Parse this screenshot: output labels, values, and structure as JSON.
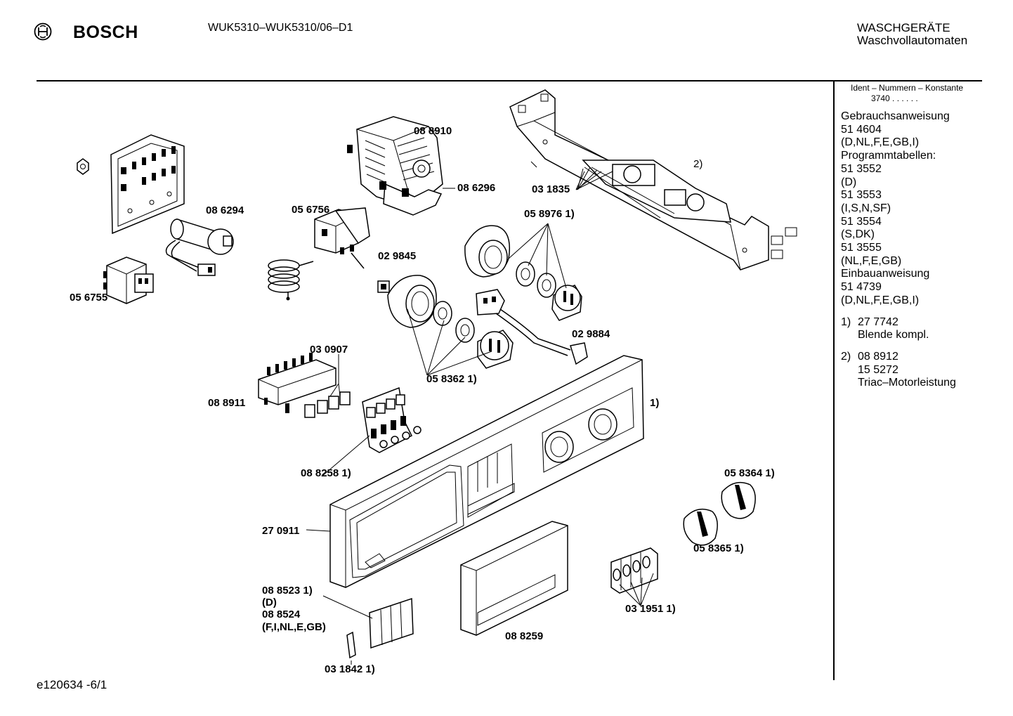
{
  "header": {
    "brand": "BOSCH",
    "model": "WUK5310–WUK5310/06–D1",
    "category_line1": "WASCHGERÄTE",
    "category_line2": "Waschvollautomaten",
    "logo_icon": "bosch-armature-logo"
  },
  "footer": {
    "code": "e120634 -6/1"
  },
  "sidebar": {
    "ident_heading": "Ident – Nummern – Konstante",
    "ident_value": "3740 . .   . . . .",
    "lines": [
      "Gebrauchsanweisung",
      "51 4604",
      "(D,NL,F,E,GB,I)",
      "Programmtabellen:",
      "51 3552",
      "(D)",
      "51 3553",
      "(I,S,N,SF)",
      "51 3554",
      "(S,DK)",
      "51 3555",
      "(NL,F,E,GB)",
      "Einbauanweisung",
      "51 4739",
      "(D,NL,F,E,GB,I)"
    ],
    "note1": {
      "num": "1)",
      "l1": "27 7742",
      "l2": "Blende kompl."
    },
    "note2": {
      "num": "2)",
      "l1": "08 8912",
      "l2": "15 5272",
      "l3": "Triac–Motorleistung"
    }
  },
  "parts": {
    "p088910": "08 8910",
    "p086296": "08 6296",
    "p086294": "08 6294",
    "p056756": "05 6756",
    "p056755": "05 6755",
    "p031835": "03 1835",
    "p2": "2)",
    "p058976": "05 8976 1)",
    "p029845": "02 9845",
    "p029884": "02 9884",
    "p030907": "03 0907",
    "p088911": "08 8911",
    "p058362": "05 8362 1)",
    "p1": "1)",
    "p088258": "08 8258 1)",
    "p058364": "05 8364 1)",
    "p270911": "27 0911",
    "p058365": "05 8365 1)",
    "p088523": "08 8523 1)",
    "pD": "(D)",
    "p088524": "08 8524",
    "pFI": "(F,I,NL,E,GB)",
    "p031951": "03 1951 1)",
    "p088259": "08 8259",
    "p031842": "03 1842 1)"
  }
}
